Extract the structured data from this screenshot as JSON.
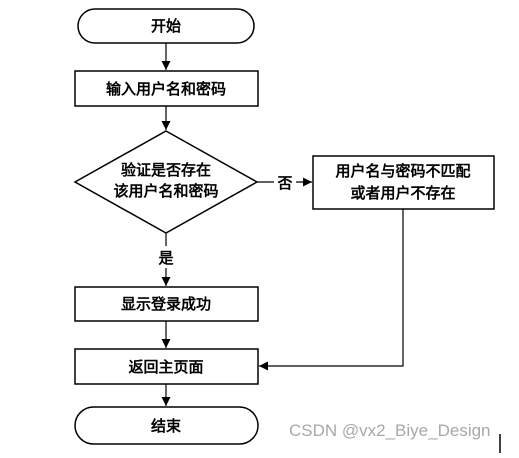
{
  "flowchart": {
    "start": "开始",
    "input": "输入用户名和密码",
    "decision_line1": "验证是否存在",
    "decision_line2": "该用户名和密码",
    "error_line1": "用户名与密码不匹配",
    "error_line2": "或者用户不存在",
    "success": "显示登录成功",
    "return": "返回主页面",
    "end": "结束",
    "label_no": "否",
    "label_yes": "是"
  },
  "watermark": "CSDN @vx2_Biye_Design"
}
